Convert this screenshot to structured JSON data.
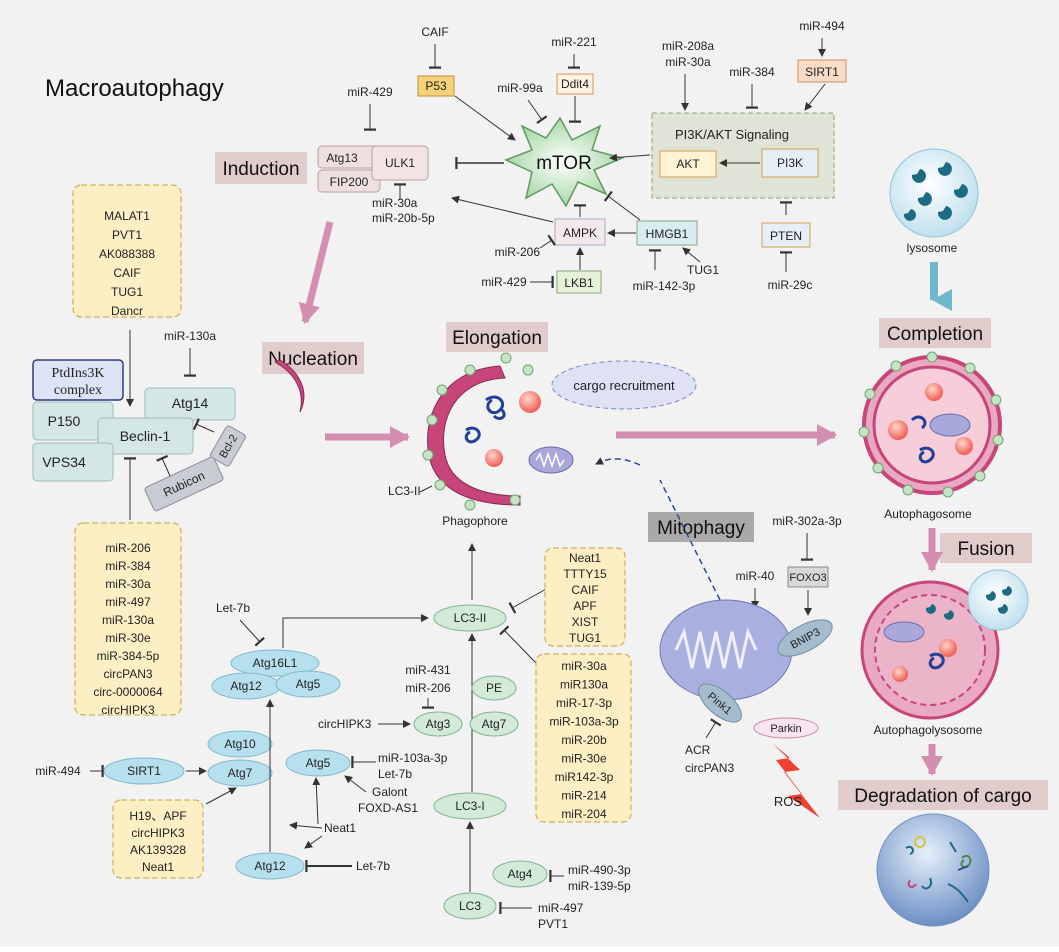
{
  "title": "Macroautophagy",
  "stages": {
    "induction": "Induction",
    "nucleation": "Nucleation",
    "elongation": "Elongation",
    "completion": "Completion",
    "fusion": "Fusion",
    "degradation": "Degradation of cargo",
    "mitophagy": "Mitophagy"
  },
  "induction": {
    "caif": "CAIF",
    "p53": "P53",
    "mir221": "miR-221",
    "ddit4": "Ddit4",
    "mir99a": "miR-99a",
    "mir429": "miR-429",
    "atg13": "Atg13",
    "ulk1": "ULK1",
    "fip200": "FIP200",
    "mtor": "mTOR",
    "mir208a": "miR-208a",
    "mir30a_top": "miR-30a",
    "mir384": "miR-384",
    "mir494": "miR-494",
    "sirt1": "SIRT1",
    "pi3k_title": "PI3K/AKT Signaling",
    "akt": "AKT",
    "pi3k": "PI3K",
    "pten": "PTEN",
    "mir29c": "miR-29c",
    "hmgb1": "HMGB1",
    "ampk": "AMPK",
    "lkb1": "LKB1",
    "mir206": "miR-206",
    "mir429b": "miR-429",
    "mir142": "miR-142-3p",
    "tug1": "TUG1",
    "mir30a_ulk": "miR-30a",
    "mir20b5p": "miR-20b-5p"
  },
  "nucleation": {
    "lnc_list": [
      "MALAT1",
      "PVT1",
      "AK088388",
      "CAIF",
      "TUG1",
      "Dancr"
    ],
    "mir130a": "miR-130a",
    "ptdins_1": "PtdIns3K",
    "ptdins_2": "complex",
    "p150": "P150",
    "atg14": "Atg14",
    "beclin": "Beclin-1",
    "vps34": "VPS34",
    "bcl2": "Bcl-2",
    "rubicon": "Rubicon",
    "mir_list": [
      "miR-206",
      "miR-384",
      "miR-30a",
      "miR-497",
      "miR-130a",
      "miR-30e",
      "miR-384-5p",
      "circPAN3",
      "circ-0000064",
      "circHIPK3"
    ]
  },
  "elongation": {
    "cargo": "cargo recruitment",
    "lc3ii_label": "LC3-II",
    "phagophore": "Phagophore",
    "lc3ii": "LC3-II",
    "lc3i": "LC3-I",
    "lc3": "LC3",
    "atg4": "Atg4",
    "pe": "PE",
    "atg7b": "Atg7",
    "atg3": "Atg3",
    "circhipk3": "circHIPK3",
    "mir431": "miR-431",
    "mir206": "miR-206",
    "let7b_top": "Let-7b",
    "atg16l1": "Atg16L1",
    "atg12a": "Atg12",
    "atg5a": "Atg5",
    "atg10": "Atg10",
    "atg7": "Atg7",
    "sirt1": "SIRT1",
    "mir494": "miR-494",
    "atg5b": "Atg5",
    "mir103": "miR-103a-3p",
    "let7b_mid": "Let-7b",
    "galont": "Galont",
    "foxd": "FOXD-AS1",
    "neat1": "Neat1",
    "atg12b": "Atg12",
    "let7b_bot": "Let-7b",
    "h19_list": [
      "H19、APF",
      "circHIPK3",
      "AK139328",
      "Neat1"
    ],
    "neat_list": [
      "Neat1",
      "TTTY15",
      "CAIF",
      "APF",
      "XIST",
      "TUG1"
    ],
    "mir_list": [
      "miR-30a",
      "miR130a",
      "miR-17-3p",
      "miR-103a-3p",
      "miR-20b",
      "miR-30e",
      "miR142-3p",
      "miR-214",
      "miR-204"
    ],
    "mir490": "miR-490-3p",
    "mir139": "miR-139-5p",
    "mir497": "miR-497",
    "pvt1": "PVT1"
  },
  "mitophagy": {
    "mir302": "miR-302a-3p",
    "foxo3": "FOXO3",
    "mir40": "miR-40",
    "bnip3": "BNIP3",
    "pink1": "Pink1",
    "parkin": "Parkin",
    "acr": "ACR",
    "circpan3": "circPAN3",
    "ros": "ROS"
  },
  "right": {
    "lysosome": "lysosome",
    "autophagosome": "Autophagosome",
    "autophagolysosome": "Autophagolysosome"
  }
}
